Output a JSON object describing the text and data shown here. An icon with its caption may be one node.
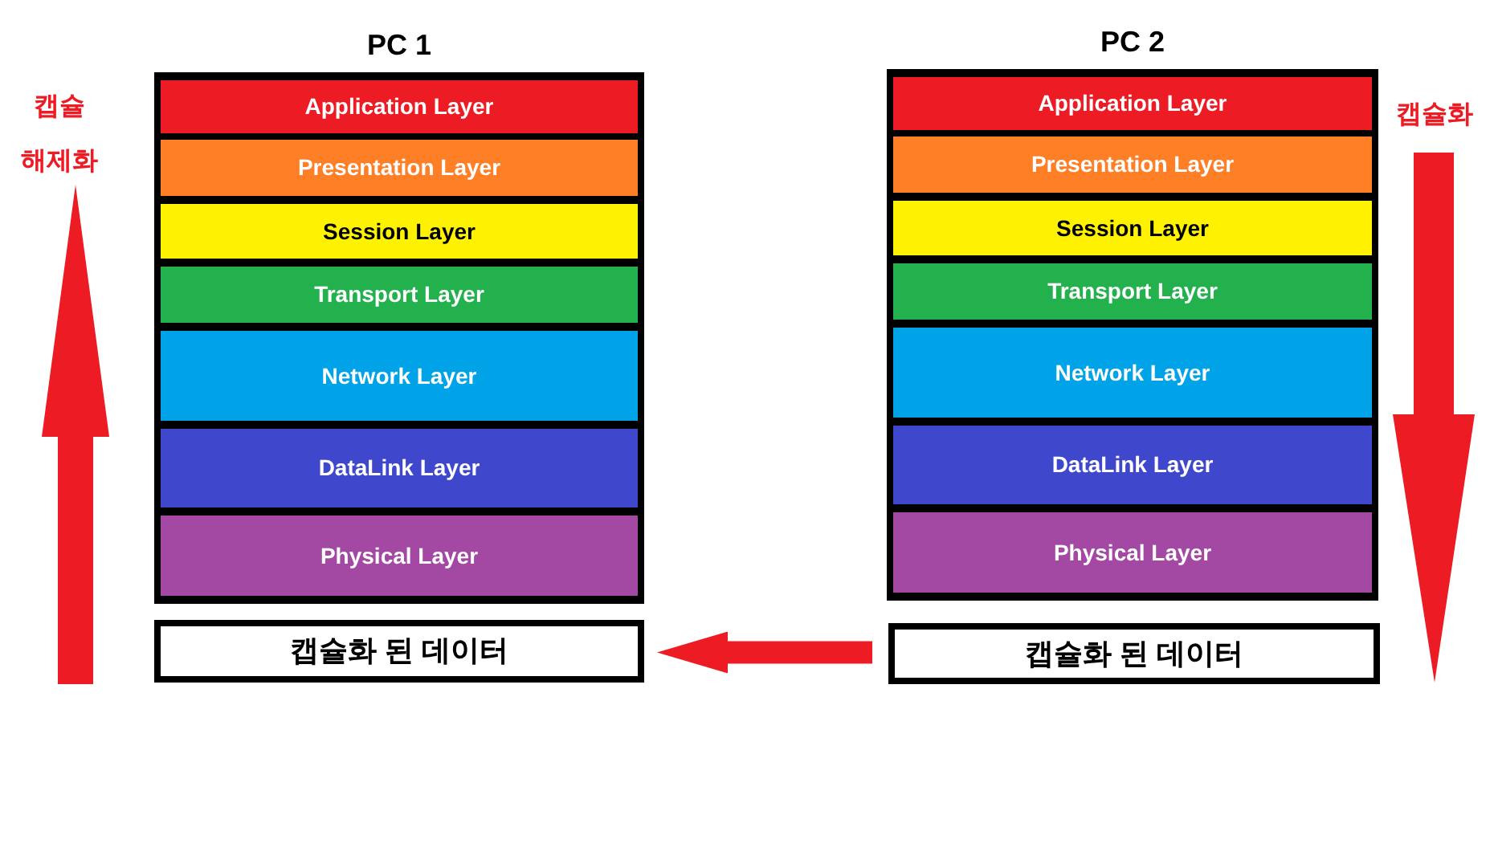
{
  "diagram": {
    "nodes": [
      {
        "text": [
          "PC 1"
        ]
      },
      {
        "text": [
          "Application Layer"
        ],
        "in": 0
      },
      {
        "text": [
          "Presentation Layer"
        ],
        "in": 0
      },
      {
        "text": [
          "Session Layer"
        ],
        "in": 0
      },
      {
        "text": [
          "Transport Layer"
        ],
        "in": 0
      },
      {
        "text": [
          "Network Layer"
        ],
        "in": 0
      },
      {
        "text": [
          "DataLink Layer"
        ],
        "in": 0
      },
      {
        "text": [
          "Physical Layer"
        ],
        "in": 0
      },
      {
        "text": [
          "캡슐화 된 데이터"
        ]
      },
      {
        "text": [
          "PC 2"
        ]
      },
      {
        "text": [
          "Application Layer"
        ],
        "in": 9
      },
      {
        "text": [
          "Presentation Layer"
        ],
        "in": 9
      },
      {
        "text": [
          "Session Layer"
        ],
        "in": 9
      },
      {
        "text": [
          "Transport Layer"
        ],
        "in": 9
      },
      {
        "text": [
          "Network Layer"
        ],
        "in": 9
      },
      {
        "text": [
          "DataLink Layer"
        ],
        "in": 9
      },
      {
        "text": [
          "Physical Layer"
        ],
        "in": 9
      },
      {
        "text": [
          "캡슐화 된 데이터"
        ]
      }
    ],
    "edges": [
      {
        "from": 17,
        "to": 8,
        "arrow": "to"
      }
    ],
    "labels": [
      "캡슐 해제화",
      "캡슐화"
    ]
  }
}
